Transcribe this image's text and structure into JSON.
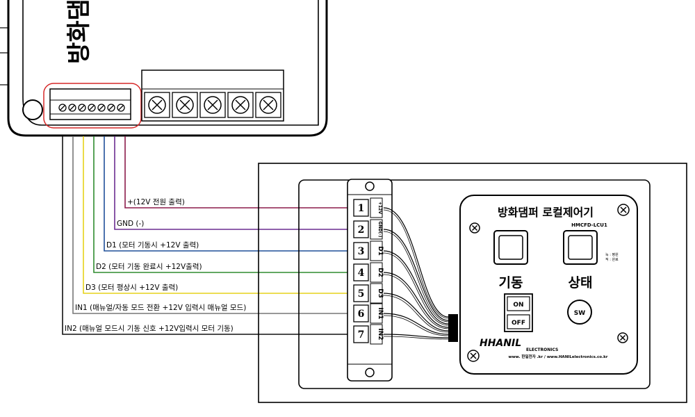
{
  "top_module": {
    "vertical_label": "방화댐"
  },
  "wires": [
    {
      "label": "+(12V 전원 출력)",
      "color": "#8b1a4a"
    },
    {
      "label": "GND (-)",
      "color": "#6a2c91"
    },
    {
      "label": "D1 (모터 기동시 +12V 출력)",
      "color": "#1f4f99"
    },
    {
      "label": "D2 (모터 기동 완료시 +12V출력)",
      "color": "#2e8b2e"
    },
    {
      "label": "D3 (모터 평상시 +12V 출력)",
      "color": "#e6d21a"
    },
    {
      "label": "IN1 (매뉴얼/자동 모드 전환 +12V 입력시 매뉴얼 모드)",
      "color": "#777777"
    },
    {
      "label": "IN2 (매뉴얼 모드시 기동 신호 +12V입력시 모터 기동)",
      "color": "#111111"
    }
  ],
  "terminal": {
    "numbers": [
      "1",
      "2",
      "3",
      "4",
      "5",
      "6",
      "7"
    ],
    "codes": [
      "+12V",
      "GND(-)",
      "D1",
      "D2",
      "D3",
      "IN1",
      "IN2"
    ]
  },
  "panel": {
    "title": "방화댐퍼 로컬제어기",
    "model": "HMCFD-LCU1",
    "start_label": "기동",
    "status_label": "상태",
    "legend_line1": "녹 : 평원",
    "legend_line2": "적 : 완료",
    "on_label": "ON",
    "off_label": "OFF",
    "sw_label": "SW",
    "brand": "HHANIL",
    "brand_sub": "ELECTRONICS",
    "website": "www. 한일전자 .kr / www.HANILelectronics.co.kr"
  }
}
